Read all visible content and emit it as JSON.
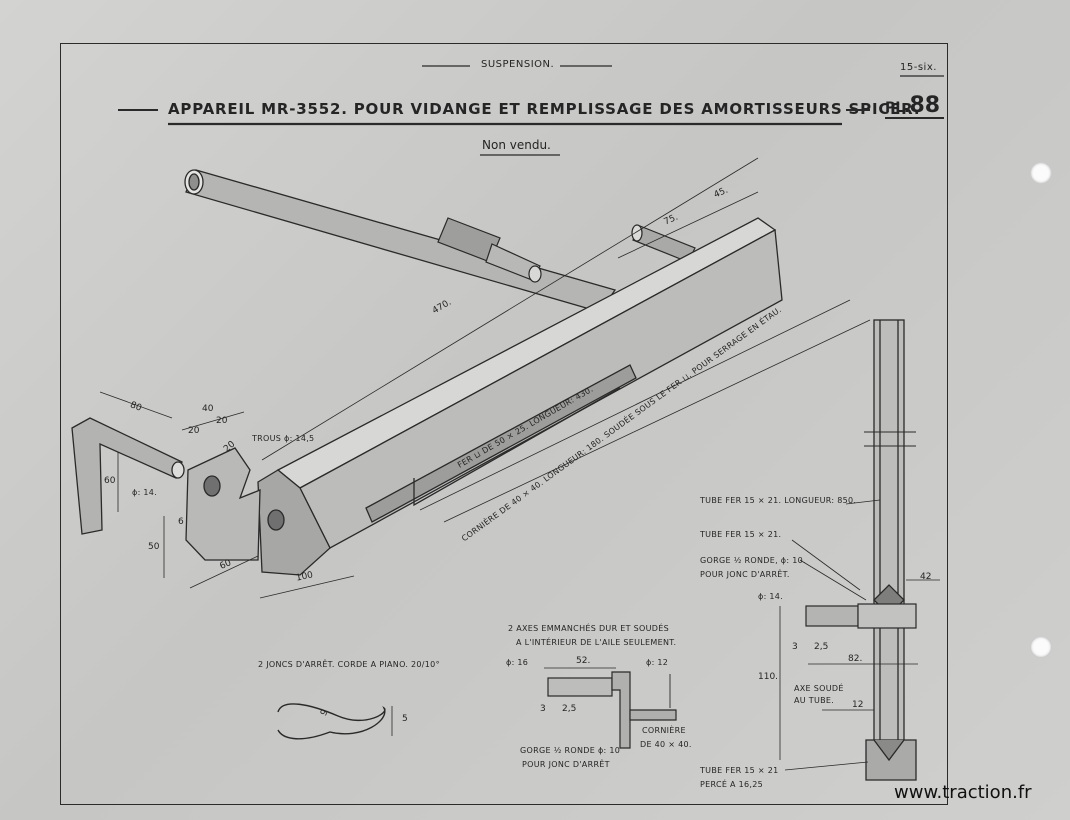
{
  "header": {
    "section": "SUSPENSION.",
    "code": "15-six.",
    "title": "APPAREIL MR-3552. POUR VIDANGE ET REMPLISSAGE DES AMORTISSEURS SPICER.",
    "plate_prefix": "PL.",
    "plate_number": "88",
    "subtitle": "Non vendu."
  },
  "main_drawing": {
    "dims": [
      "470.",
      "75.",
      "45.",
      "80",
      "40",
      "20",
      "20",
      "20",
      "60",
      "50",
      "6",
      "60",
      "100"
    ],
    "phi14": "ϕ: 14.",
    "trous": "TROUS ϕ: 14,5",
    "fer_u": "FER ⊔ DE 50 × 25. LONGUEUR: 430.",
    "corniere": "CORNIÈRE DE 40 × 40. LONGUEUR: 180. SOUDÉE SOUS LE FER ⊔. POUR SERRAGE EN ÉTAU."
  },
  "right_drawing": {
    "tube_850": "TUBE FER 15 × 21. LONGUEUR: 850.",
    "tube_15_21": "TUBE FER 15 × 21.",
    "gorge_line1": "GORGE ½ RONDE, ϕ: 10.",
    "gorge_line2": "POUR JONC D'ARRÊT.",
    "phi14": "ϕ: 14.",
    "d42": "42",
    "d3": "3",
    "d25": "2,5",
    "d82": "82.",
    "d110": "110.",
    "axe_line1": "AXE SOUDÉ",
    "axe_line2": "AU TUBE.",
    "d12": "12",
    "tube_perce_line1": "TUBE FER 15 × 21",
    "tube_perce_line2": "PERCÉ A 16,25"
  },
  "axes_detail": {
    "title_line1": "2 AXES EMMANCHÉS DUR ET SOUDÉS",
    "title_line2": "A L'INTÉRIEUR DE L'AILE SEULEMENT.",
    "phi16": "ϕ: 16",
    "d52": "52.",
    "phi12": "ϕ: 12",
    "d3": "3",
    "d25": "2,5",
    "corniere_line1": "CORNIÈRE",
    "corniere_line2": "DE 40 × 40.",
    "gorge_line1": "GORGE ½ RONDE ϕ: 10",
    "gorge_line2": "POUR JONC D'ARRÊT"
  },
  "joncs_detail": {
    "title": "2 JONCS D'ARRÊT. CORDE A PIANO. 20/10°",
    "d9": "9",
    "d5": "5"
  },
  "watermark": "www.traction.fr"
}
